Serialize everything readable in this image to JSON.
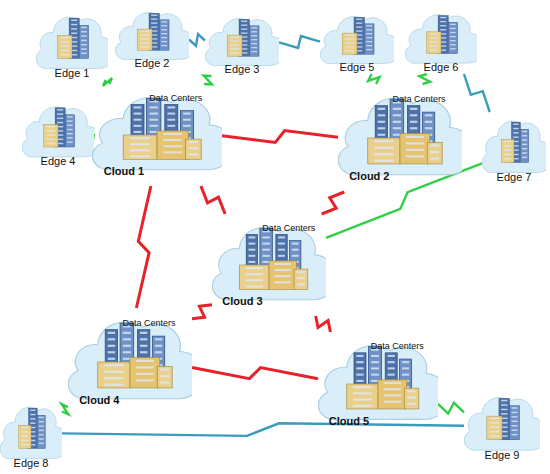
{
  "diagram": {
    "nodes": [
      {
        "text": [
          "Edge 1"
        ]
      },
      {
        "text": [
          "Edge 2"
        ]
      },
      {
        "text": [
          "Edge 3"
        ]
      },
      {
        "text": [
          "Edge 5"
        ]
      },
      {
        "text": [
          "Edge 6"
        ]
      },
      {
        "text": [
          "Edge 4"
        ]
      },
      {
        "text": [
          "Data Centers",
          "Cloud 1"
        ]
      },
      {
        "text": [
          "Data Centers",
          "Cloud 2"
        ]
      },
      {
        "text": [
          "Edge 7"
        ]
      },
      {
        "text": [
          "Data Centers",
          "Cloud 3"
        ]
      },
      {
        "text": [
          "Data Centers",
          "Cloud 4"
        ]
      },
      {
        "text": [
          "Data Centers",
          "Cloud 5"
        ]
      },
      {
        "text": [
          "Edge 8"
        ]
      },
      {
        "text": [
          "Edge 9"
        ]
      }
    ],
    "edges": [
      {
        "from": 0,
        "to": 6,
        "arrow": "none"
      },
      {
        "from": 5,
        "to": 6,
        "arrow": "none"
      },
      {
        "from": 1,
        "to": 2,
        "arrow": "none"
      },
      {
        "from": 2,
        "to": 3,
        "arrow": "none"
      },
      {
        "from": 2,
        "to": 6,
        "arrow": "none"
      },
      {
        "from": 3,
        "to": 7,
        "arrow": "none"
      },
      {
        "from": 4,
        "to": 7,
        "arrow": "none"
      },
      {
        "from": 4,
        "to": 8,
        "arrow": "none"
      },
      {
        "from": 6,
        "to": 7,
        "arrow": "none"
      },
      {
        "from": 6,
        "to": 9,
        "arrow": "none"
      },
      {
        "from": 6,
        "to": 10,
        "arrow": "none"
      },
      {
        "from": 7,
        "to": 9,
        "arrow": "none"
      },
      {
        "from": 9,
        "to": 8,
        "arrow": "none"
      },
      {
        "from": 9,
        "to": 10,
        "arrow": "none"
      },
      {
        "from": 9,
        "to": 11,
        "arrow": "none"
      },
      {
        "from": 10,
        "to": 11,
        "arrow": "none"
      },
      {
        "from": 10,
        "to": 12,
        "arrow": "none"
      },
      {
        "from": 11,
        "to": 13,
        "arrow": "none"
      },
      {
        "from": 12,
        "to": 13,
        "arrow": "none"
      }
    ]
  }
}
